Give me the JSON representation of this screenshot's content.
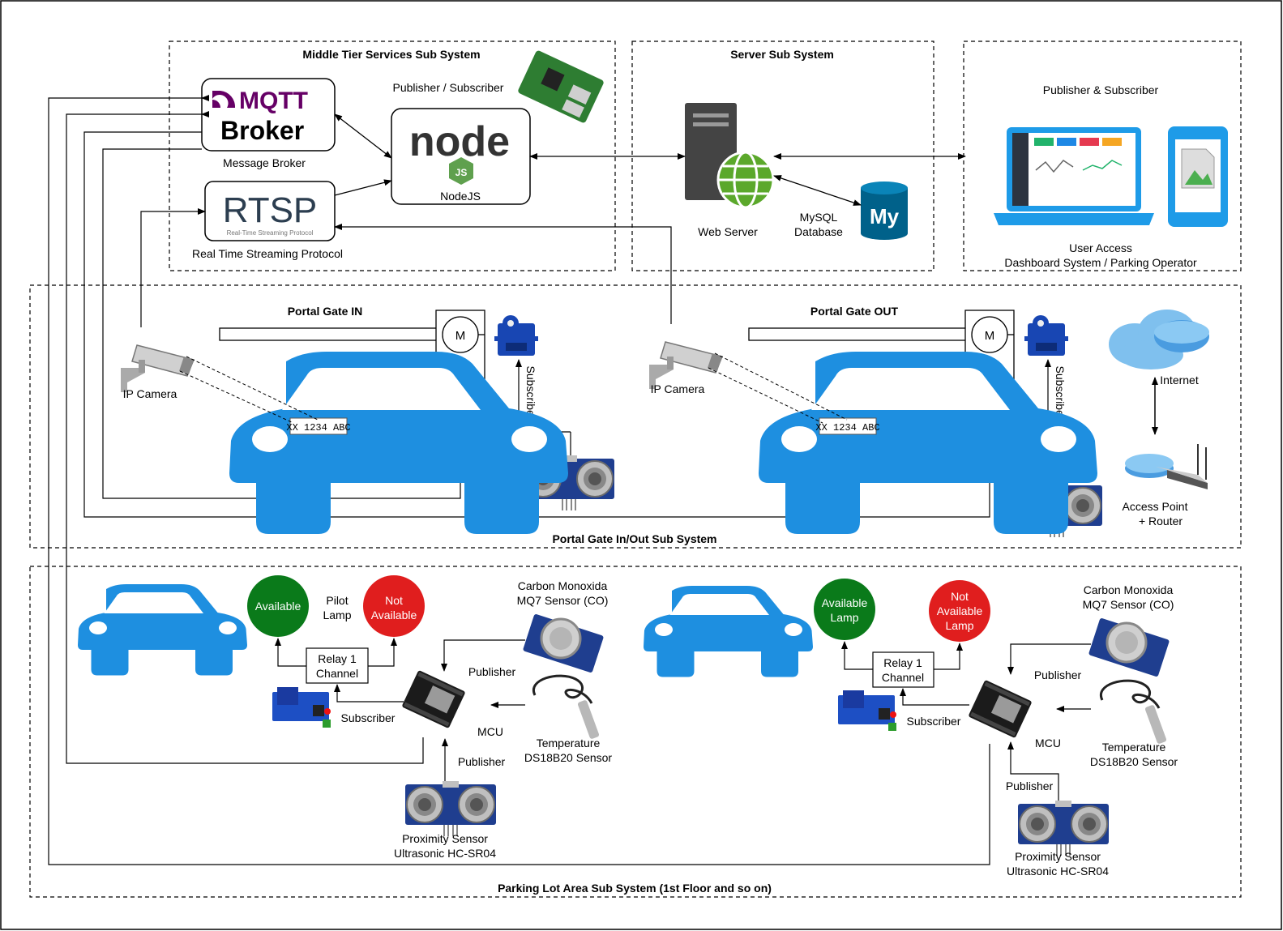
{
  "sections": {
    "middle_tier": "Middle Tier Services Sub System",
    "server": "Server Sub System",
    "portal_gate": "Portal Gate In/Out Sub System",
    "parking_lot": "Parking Lot Area Sub System (1st Floor and so on)"
  },
  "middle_tier": {
    "mqtt_logo": "MQTT",
    "mqtt_word": "Broker",
    "mqtt_caption": "Message Broker",
    "rtsp_logo": "RTSP",
    "rtsp_subtext": "Real-Time Streaming Protocol",
    "rtsp_caption": "Real Time Streaming Protocol",
    "pubsub_label": "Publisher / Subscriber",
    "node_logo": "node",
    "node_badge": "JS",
    "node_caption": "NodeJS"
  },
  "server": {
    "web_server": "Web Server",
    "mysql_logo": "My",
    "mysql_line1": "MySQL",
    "mysql_line2": "Database"
  },
  "user_access": {
    "pubsub": "Publisher & Subscriber",
    "line1": "User Access",
    "line2": "Dashboard System / Parking Operator"
  },
  "gate": {
    "in_title": "Portal Gate IN",
    "out_title": "Portal Gate OUT",
    "camera": "IP Camera",
    "motor": "M",
    "subscriber": "Subscriber",
    "plate": "XX 1234 ABC",
    "internet": "Internet",
    "ap_line1": "Access Point",
    "ap_line2": "+ Router"
  },
  "parking_left": {
    "available": "Available",
    "not_line1": "Not",
    "not_line2": "Available",
    "pilot_line1": "Pilot",
    "pilot_line2": "Lamp",
    "relay_line1": "Relay 1",
    "relay_line2": "Channel",
    "subscriber": "Subscriber",
    "publisher_top": "Publisher",
    "publisher_bottom": "Publisher",
    "mcu": "MCU",
    "co_line1": "Carbon Monoxida",
    "co_line2": "MQ7 Sensor (CO)",
    "temp_line1": "Temperature",
    "temp_line2": "DS18B20 Sensor",
    "prox_line1": "Proximity Sensor",
    "prox_line2": "Ultrasonic HC-SR04"
  },
  "parking_right": {
    "available_line1": "Available",
    "available_line2": "Lamp",
    "not_line1": "Not",
    "not_line2": "Available",
    "not_line3": "Lamp",
    "relay_line1": "Relay 1",
    "relay_line2": "Channel",
    "subscriber": "Subscriber",
    "publisher_top": "Publisher",
    "publisher_bottom": "Publisher",
    "mcu": "MCU",
    "co_line1": "Carbon Monoxida",
    "co_line2": "MQ7 Sensor (CO)",
    "temp_line1": "Temperature",
    "temp_line2": "DS18B20 Sensor",
    "prox_line1": "Proximity Sensor",
    "prox_line2": "Ultrasonic HC-SR04"
  },
  "colors": {
    "car": "#1e8fe0",
    "green_lamp": "#0a7a1a",
    "red_lamp": "#e01e1e",
    "mqtt_purple": "#660066",
    "node_green": "#5fa04e",
    "laptop_blue": "#1e9be8",
    "mysql_blue": "#00618a"
  }
}
